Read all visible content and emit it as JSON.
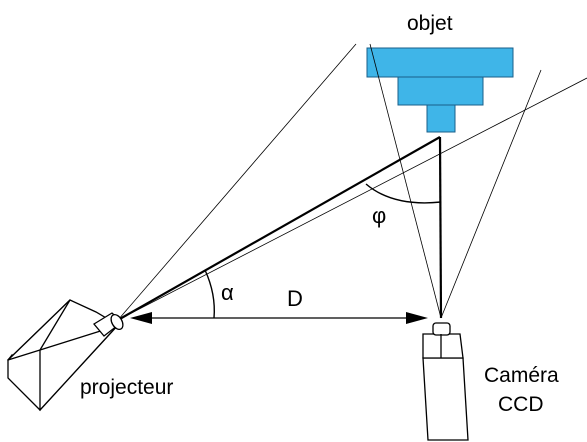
{
  "diagram": {
    "labels": {
      "object": "objet",
      "projector": "projecteur",
      "camera_line1": "Caméra",
      "camera_line2": "CCD",
      "angle_alpha": "α",
      "angle_phi": "φ",
      "distance": "D"
    },
    "colors": {
      "object_fill": "#3fb5e8",
      "object_stroke": "#1a5f8a",
      "line": "#000000",
      "device_fill": "#ffffff"
    }
  }
}
